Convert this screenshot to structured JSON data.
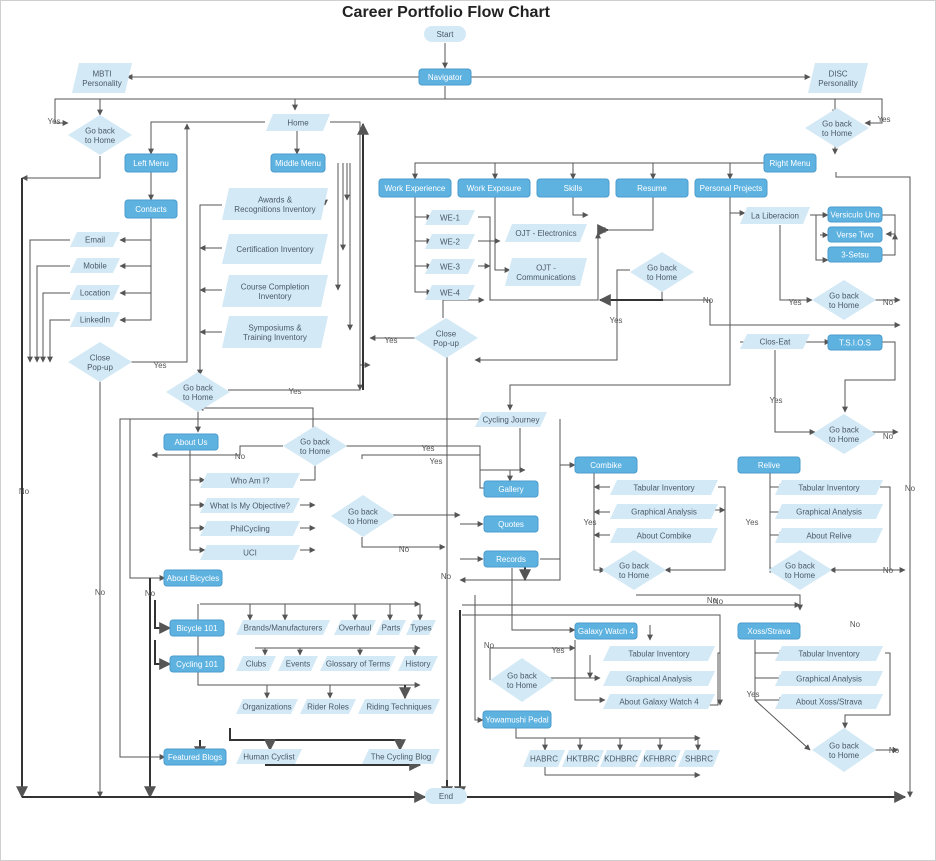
{
  "title": "Career Portfolio Flow Chart",
  "colors": {
    "process": "#5eb2e0",
    "light": "#d3e9f6",
    "line": "#555555"
  },
  "nodes": {
    "start": "Start",
    "navigator": "Navigator",
    "mbti": [
      "MBTI",
      "Personality"
    ],
    "disc": [
      "DISC",
      "Personality"
    ],
    "home": "Home",
    "left_menu": "Left Menu",
    "middle_menu": "Middle Menu",
    "right_menu": "Right Menu",
    "contacts": "Contacts",
    "email": "Email",
    "mobile": "Mobile",
    "location": "Location",
    "linkedin": "LinkedIn",
    "awards": [
      "Awards &",
      "Recognitions Inventory"
    ],
    "certification": "Certification Inventory",
    "course_completion": [
      "Course Completion",
      "Inventory"
    ],
    "symposiums": [
      "Symposiums &",
      "Training Inventory"
    ],
    "work_experience": "Work Experience",
    "work_exposure": "Work Exposure",
    "skills": "Skills",
    "resume": "Resume",
    "personal_projects": "Personal Projects",
    "we1": "WE-1",
    "we2": "WE-2",
    "we3": "WE-3",
    "we4": "WE-4",
    "ojt_electronics": "OJT - Electronics",
    "ojt_communications": [
      "OJT -",
      "Communications"
    ],
    "la_liberacion": "La Liberacion",
    "versiculo_uno": "Versiculo Uno",
    "verse_two": "Verse Two",
    "setsu": "3-Setsu",
    "clos_eat": "Clos-Eat",
    "tsios": "T.S.I.O.S",
    "go_back_home": [
      "Go back",
      "to Home"
    ],
    "close_popup": [
      "Close",
      "Pop-up"
    ],
    "cycling_journey": "Cycling Journey",
    "about_us": "About Us",
    "who_am_i": "Who Am I?",
    "objective": "What Is My Objective?",
    "philcycling": "PhilCycling",
    "uci": "UCI",
    "gallery": "Gallery",
    "quotes": "Quotes",
    "records": "Records",
    "combike": "Combike",
    "relive": "Relive",
    "tabular_inventory": "Tabular Inventory",
    "graphical_analysis": "Graphical Analysis",
    "about_combike": "About Combike",
    "about_relive": "About Relive",
    "galaxy_watch": "Galaxy Watch 4",
    "about_galaxy_watch": "About Galaxy Watch 4",
    "xoss": "Xoss/Strava",
    "about_xoss": "About Xoss/Strava",
    "about_bicycles": "About Bicycles",
    "bicycle_101": "Bicycle 101",
    "cycling_101": "Cycling 101",
    "brands": "Brands/Manufacturers",
    "overhaul": "Overhaul",
    "parts": "Parts",
    "types": "Types",
    "clubs": "Clubs",
    "events": "Events",
    "glossary": "Glossary of Terms",
    "history": "History",
    "organizations": "Organizations",
    "rider_roles": "Rider Roles",
    "riding_techniques": "Riding Techniques",
    "featured_blogs": "Featured Blogs",
    "human_cyclist": "Human Cyclist",
    "cycling_blog": "The Cycling Blog",
    "yowamushi": "Yowamushi Pedal",
    "habrc": "HABRC",
    "hktbrc": "HKTBRC",
    "kdhbrc": "KDHBRC",
    "kfhbrc": "KFHBRC",
    "shbrc": "SHBRC",
    "end": "End"
  },
  "edge_labels": {
    "yes": "Yes",
    "no": "No"
  }
}
